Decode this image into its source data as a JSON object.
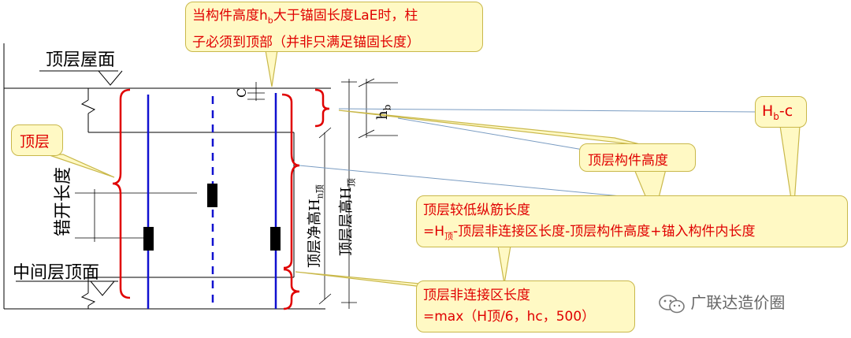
{
  "callouts": {
    "anchor": {
      "line1_pre": "当构件高度h",
      "line1_sub": "b",
      "line1_post": "大于锚固长度LaE时，柱",
      "line2": "子必须到顶部（并非只满足锚固长度）"
    },
    "top_floor": "顶层",
    "hb_minus_c": {
      "pre": "H",
      "sub": "b",
      "post": "-c"
    },
    "member_height": "顶层构件高度",
    "lower_bar": {
      "line1": "顶层较低纵筋长度",
      "line2_pre": "=H",
      "line2_sub": "顶",
      "line2_post": "-顶层非连接区长度-顶层构件高度+锚入构件内长度"
    },
    "non_connect": {
      "line1": "顶层非连接区长度",
      "line2": "=max（H顶/6，hc，500）"
    }
  },
  "labels": {
    "roof": "顶层屋面",
    "middle_floor": "中间层顶面",
    "stagger": "错开长度",
    "c": "C",
    "hb_pre": "h",
    "hb_sub": "b",
    "net_height_pre": "顶层净高H",
    "net_height_sub": "n顶",
    "floor_height_pre": "顶层层高H",
    "floor_height_sub": "顶"
  },
  "watermark": "广联达造价圈",
  "colors": {
    "callout_fill": "#fff9c4",
    "callout_border": "#c9b84a",
    "callout_text": "#e00000",
    "rebar": "#1010d0",
    "brace": "#e00000"
  }
}
